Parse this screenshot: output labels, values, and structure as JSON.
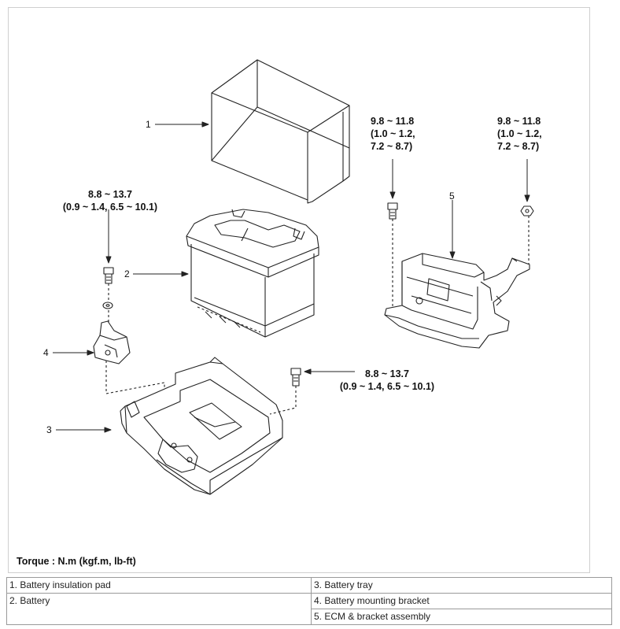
{
  "callouts": {
    "n1": "1",
    "n2": "2",
    "n3": "3",
    "n4": "4",
    "n5": "5"
  },
  "torque_labels": {
    "battery_clamp": {
      "line1": "8.8 ~ 13.7",
      "line2": "(0.9 ~ 1.4, 6.5 ~ 10.1)"
    },
    "tray_bolt": {
      "line1": "8.8 ~ 13.7",
      "line2": "(0.9 ~ 1.4, 6.5 ~ 10.1)"
    },
    "ecm_bolt_left": {
      "line1": "9.8 ~ 11.8",
      "line2": "(1.0 ~ 1.2,",
      "line3": "7.2 ~ 8.7)"
    },
    "ecm_nut_right": {
      "line1": "9.8 ~ 11.8",
      "line2": "(1.0 ~ 1.2,",
      "line3": "7.2 ~ 8.7)"
    }
  },
  "torque_unit": "Torque : N.m (kgf.m, lb-ft)",
  "legend": {
    "left": [
      "1. Battery insulation pad",
      "2. Battery",
      ""
    ],
    "right": [
      "3. Battery tray",
      "4. Battery mounting bracket",
      "5. ECM & bracket assembly"
    ]
  },
  "colors": {
    "line": "#222222",
    "frame": "#cfcfcf",
    "table_border": "#9a9a9a"
  }
}
